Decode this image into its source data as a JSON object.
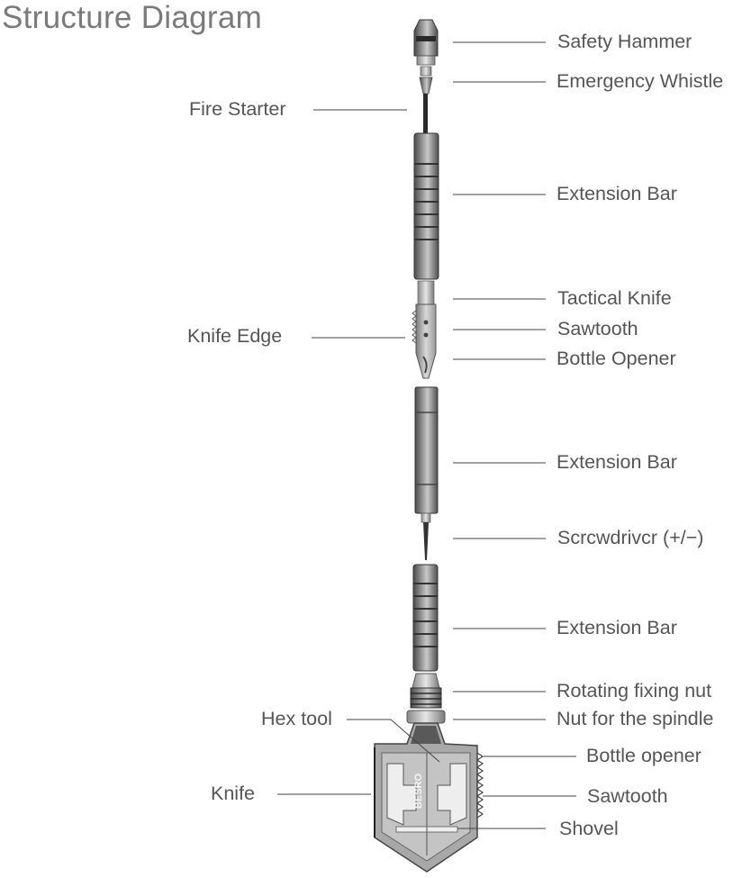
{
  "title": "Structure Diagram",
  "labels": {
    "safety_hammer": "Safety Hammer",
    "emergency_whistle": "Emergency Whistle",
    "fire_starter": "Fire Starter",
    "extension_bar_1": "Extension Bar",
    "tactical_knife": "Tactical Knife",
    "knife_edge": "Knife Edge",
    "sawtooth_1": "Sawtooth",
    "bottle_opener_1": "Bottle Opener",
    "extension_bar_2": "Extension Bar",
    "screwdriver": "Scrcwdrivcr (+/−)",
    "extension_bar_3": "Extension Bar",
    "rotating_fixing_nut": "Rotating fixing nut",
    "hex_tool": "Hex tool",
    "nut_for_spindle": "Nut for the spindle",
    "bottle_opener_2": "Bottle opener",
    "knife": "Knife",
    "sawtooth_2": "Sawtooth",
    "shovel": "Shovel"
  },
  "brand_mark": "BESRO"
}
